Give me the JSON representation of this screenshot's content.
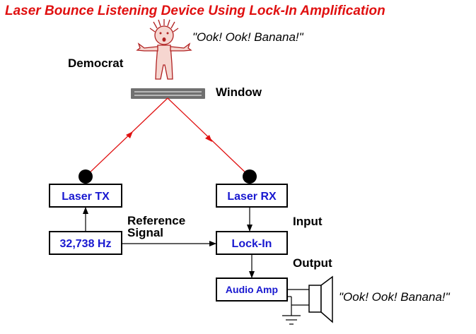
{
  "title": "Laser Bounce Listening Device Using Lock-In Amplification",
  "person": {
    "label": "Democrat",
    "quote": "\"Ook! Ook! Banana!\""
  },
  "window_label": "Window",
  "blocks": {
    "laser_tx": "Laser TX",
    "laser_rx": "Laser RX",
    "oscillator": "32,738 Hz",
    "lock_in": "Lock-In",
    "audio_amp": "Audio Amp"
  },
  "signals": {
    "reference_line1": "Reference",
    "reference_line2": "Signal",
    "input": "Input",
    "output": "Output"
  },
  "speaker_quote": "\"Ook! Ook! Banana!\"",
  "colors": {
    "title": "#e01010",
    "laser_beam": "#e01010",
    "block_text": "#1818d0",
    "person": "#b02020",
    "window": "#707070"
  }
}
